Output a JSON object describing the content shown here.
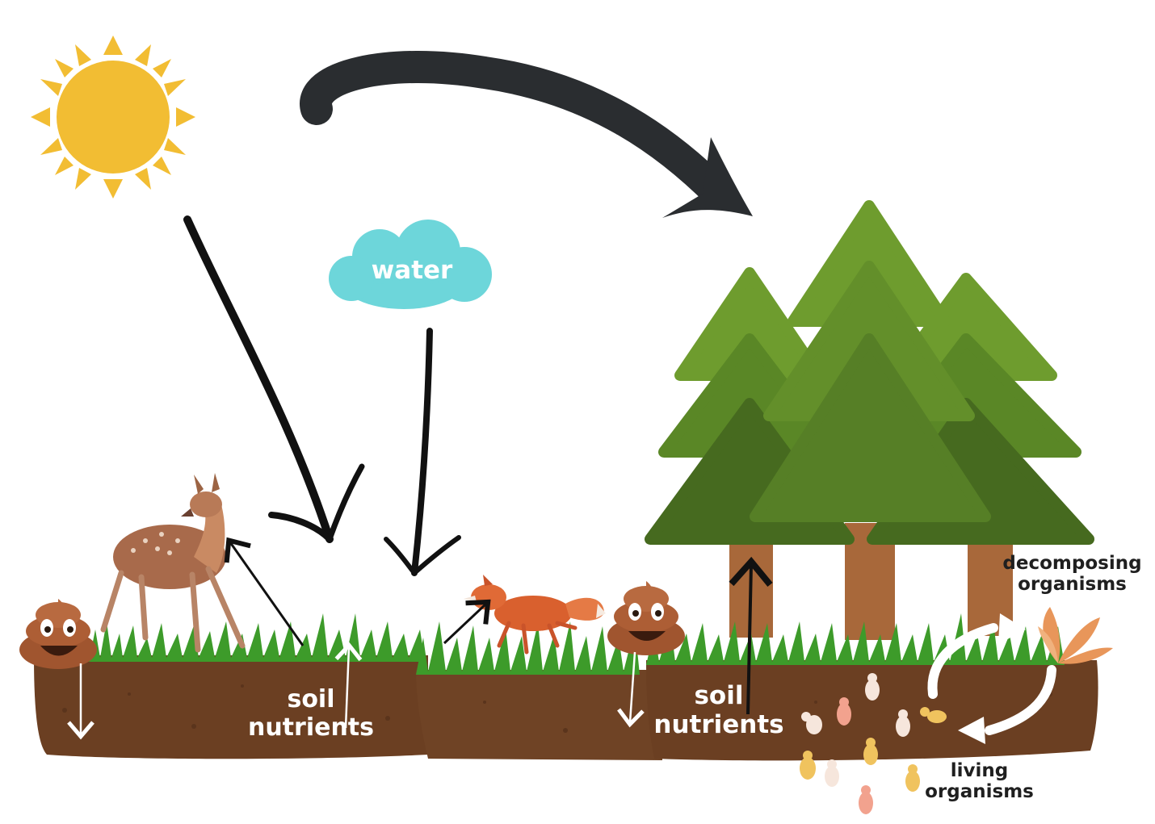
{
  "labels": {
    "water": "water",
    "soil_nutrients_left": [
      "soil",
      "nutrients"
    ],
    "soil_nutrients_right": [
      "soil",
      "nutrients"
    ],
    "decomposing_organisms": [
      "decomposing",
      "organisms"
    ],
    "living_organisms": [
      "living",
      "organisms"
    ]
  },
  "colors": {
    "sun": "#f2bd33",
    "cloud": "#6dd6da",
    "arrow_dark": "#2a2d30",
    "tree_light": "#6e9c2e",
    "tree_mid": "#5a8726",
    "tree_dark": "#466a1f",
    "trunk": "#a8683a",
    "soil": "#6b3f22",
    "grass": "#3d9b2a",
    "poop": "#a0552f",
    "leaf": "#e8965a",
    "bug_yellow": "#f0c35e",
    "bug_pink": "#f2a28e"
  },
  "icons": [
    "sun-icon",
    "cloud-icon",
    "tree-icon",
    "deer-icon",
    "fox-icon",
    "poop-icon",
    "leaf-icon",
    "bug-icon",
    "cycle-arrows-icon"
  ]
}
